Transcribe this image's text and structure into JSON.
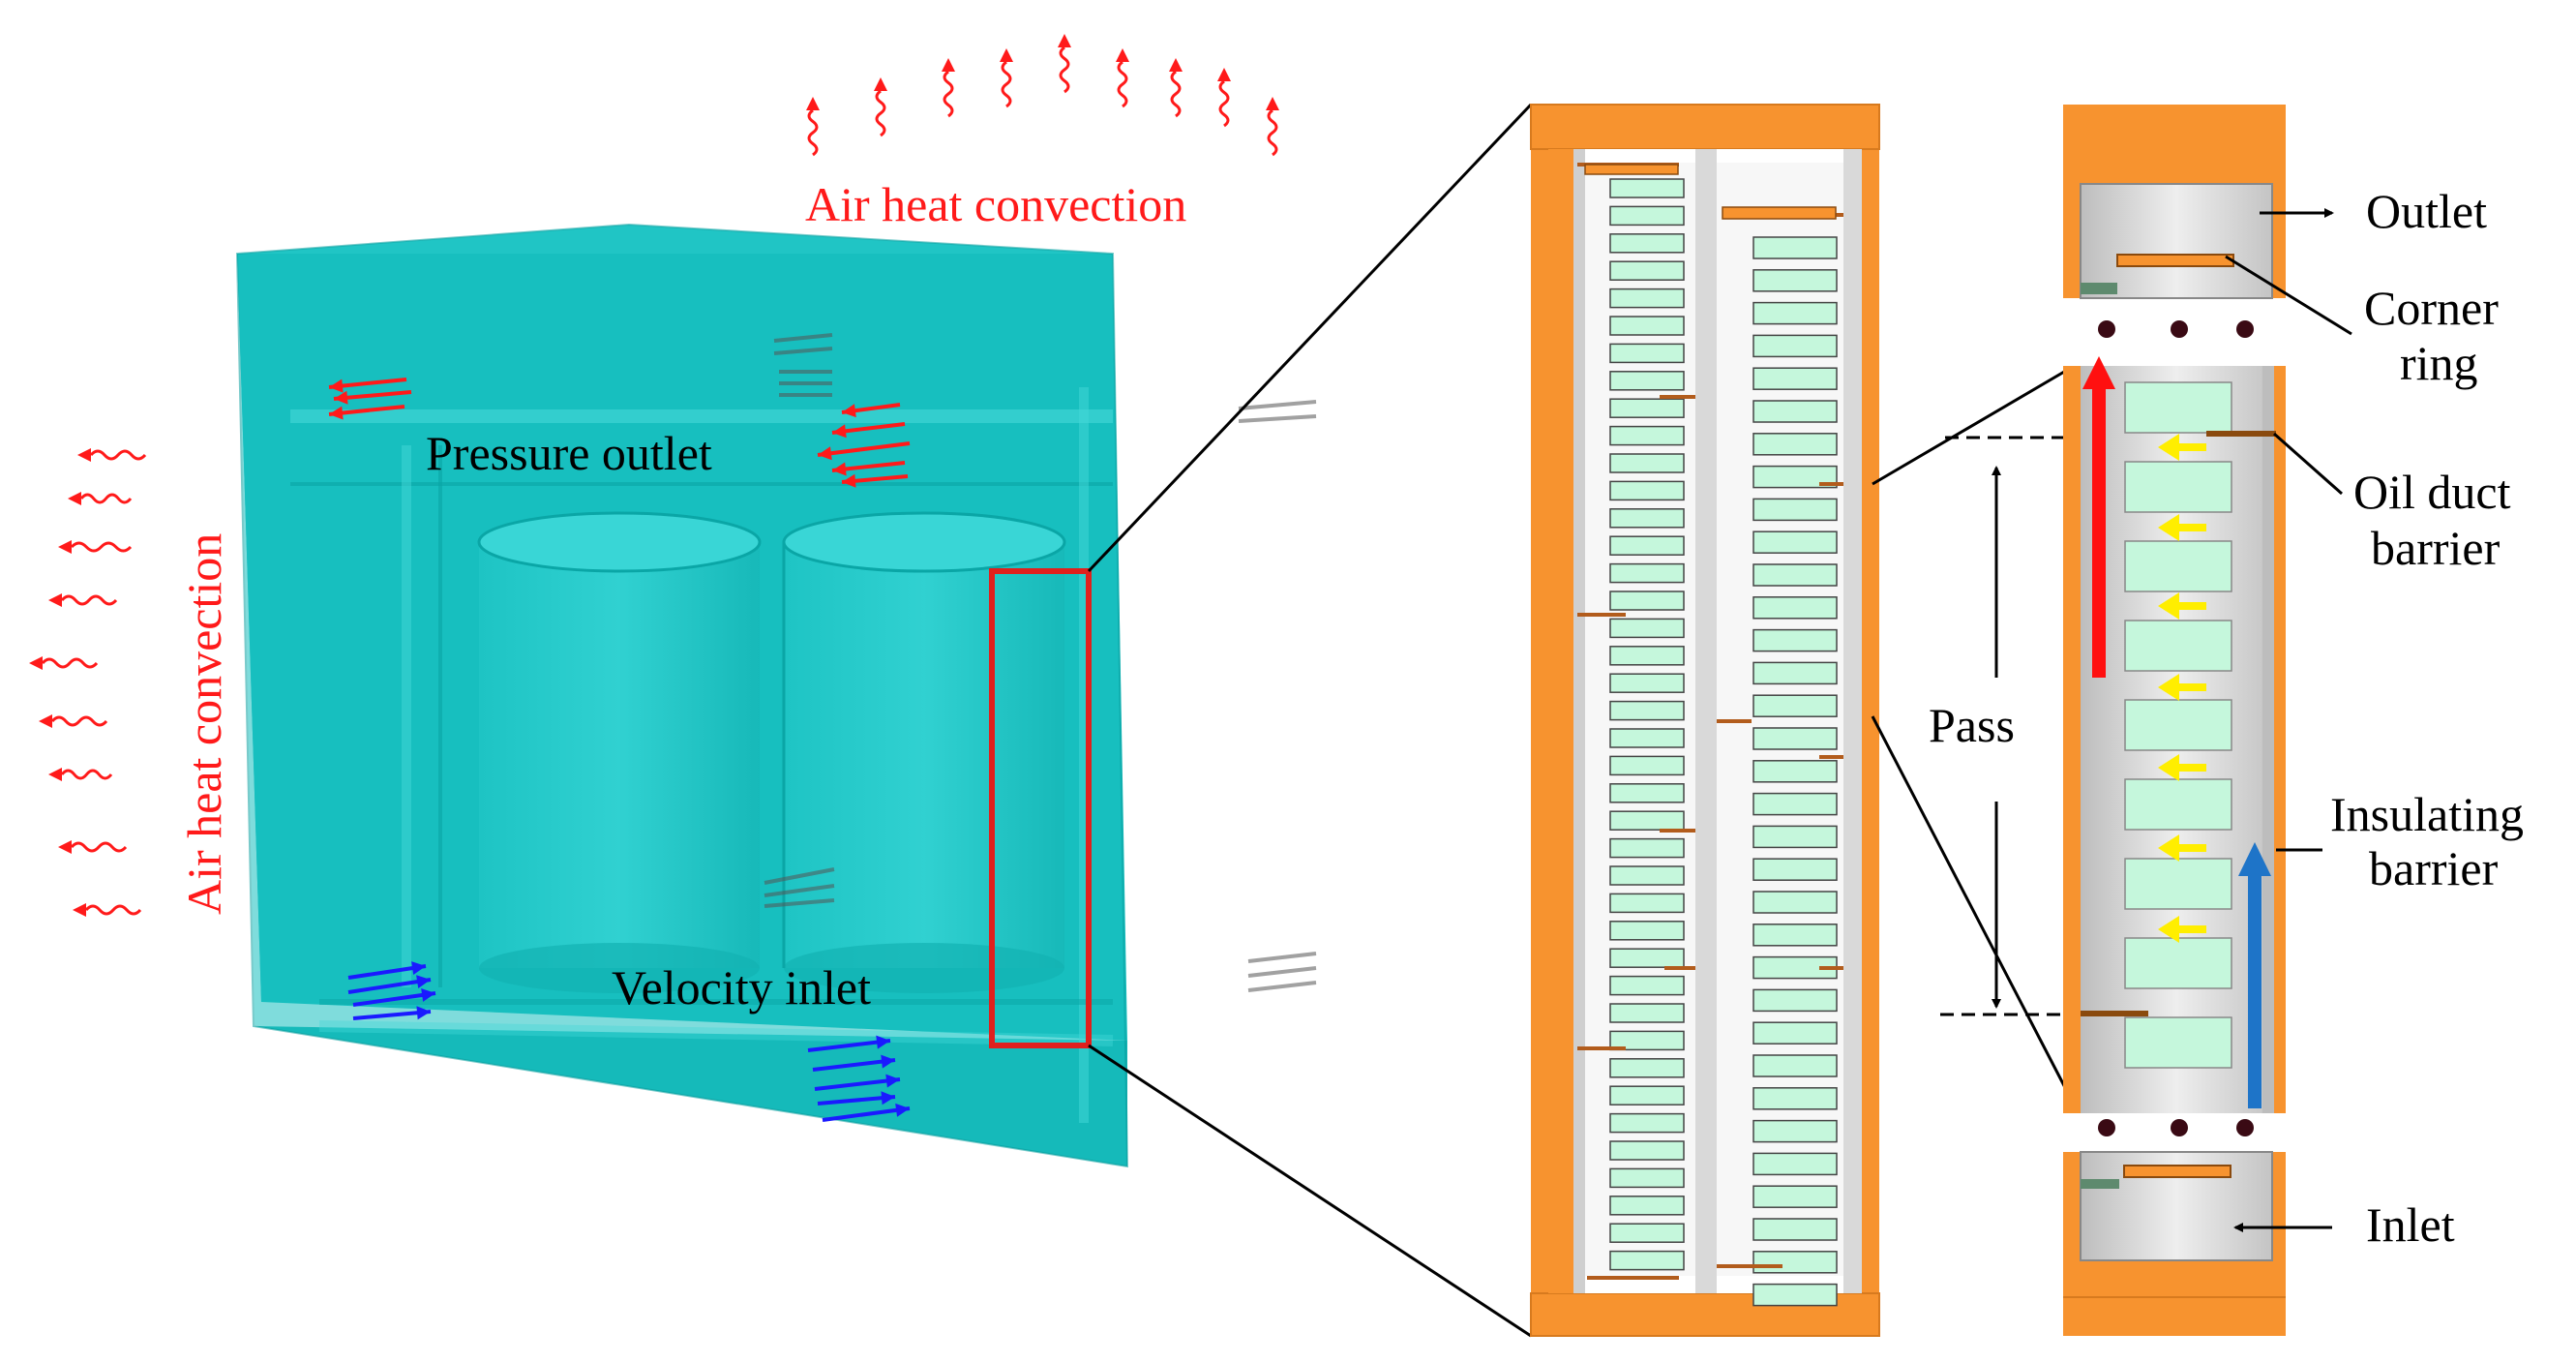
{
  "labels": {
    "air_heat_top": "Air heat convection",
    "air_heat_side": "Air heat convection",
    "pressure_outlet": "Pressure outlet",
    "velocity_inlet": "Velocity inlet",
    "outlet": "Outlet",
    "corner_ring_1": "Corner",
    "corner_ring_2": "ring",
    "oil_duct_barrier_1": "Oil duct",
    "oil_duct_barrier_2": "barrier",
    "pass": "Pass",
    "insulating_barrier_1": "Insulating",
    "insulating_barrier_2": "barrier",
    "inlet": "Inlet"
  },
  "colors": {
    "box_fill": "#17c1c1",
    "box_top": "#2fcfcf",
    "box_side": "#0fb0b0",
    "heat_red": "#ff1a1a",
    "inlet_blue": "#1a1aff",
    "frame_orange": "#f7932f",
    "winding_green": "#c5f7dc",
    "highlight_red": "#e0201d",
    "flow_yellow": "#ffee00",
    "flow_blue": "#1e74c8",
    "duct_gray": "#d8d8d8"
  },
  "icons": [
    "wavy-heat-arrow-icon",
    "straight-flow-arrow-icon",
    "yellow-flow-arrow-icon"
  ]
}
